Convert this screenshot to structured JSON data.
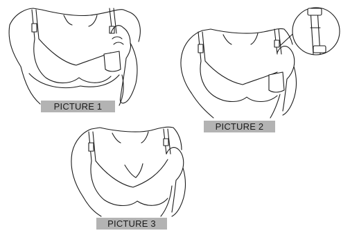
{
  "figures": [
    {
      "label": "PICTURE 1"
    },
    {
      "label": "PICTURE 2"
    },
    {
      "label": "PICTURE 3"
    }
  ]
}
